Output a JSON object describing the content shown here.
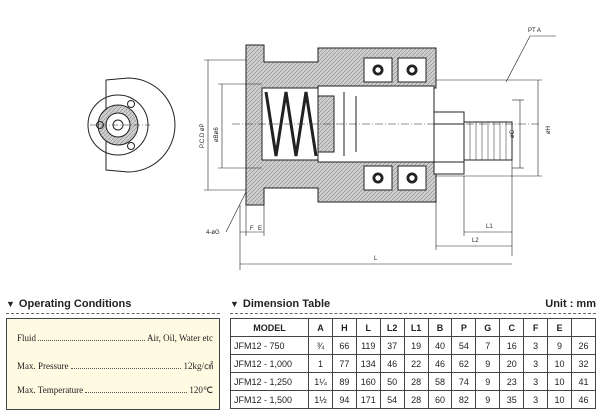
{
  "drawing": {
    "labels": {
      "pta": "PT A",
      "pcd": "P.C.D øP",
      "b": "øBø6",
      "c": "øC",
      "h": "øH",
      "g": "4-øG",
      "f": "F",
      "e": "E",
      "l1": "L1",
      "l2": "L2",
      "l": "L"
    }
  },
  "operating": {
    "title": "Operating Conditions",
    "rows": [
      {
        "label": "Fluid",
        "value": "Air, Oil, Water etc"
      },
      {
        "label": "Max. Pressure",
        "value": "12kg/㎠"
      },
      {
        "label": "Max. Temperature",
        "value": "120℃"
      }
    ]
  },
  "dimension": {
    "title": "Dimension Table",
    "unit": "Unit : mm",
    "headers": [
      "MODEL",
      "A",
      "H",
      "L",
      "L2",
      "L1",
      "B",
      "P",
      "G",
      "C",
      "F",
      "E",
      ""
    ],
    "rows": [
      [
        "JFM12 - 750",
        "¾",
        "66",
        "119",
        "37",
        "19",
        "40",
        "54",
        "7",
        "16",
        "3",
        "9",
        "26"
      ],
      [
        "JFM12 - 1,000",
        "1",
        "77",
        "134",
        "46",
        "22",
        "46",
        "62",
        "9",
        "20",
        "3",
        "10",
        "32"
      ],
      [
        "JFM12 - 1,250",
        "1¼",
        "89",
        "160",
        "50",
        "28",
        "58",
        "74",
        "9",
        "23",
        "3",
        "10",
        "41"
      ],
      [
        "JFM12 - 1,500",
        "1½",
        "94",
        "171",
        "54",
        "28",
        "60",
        "82",
        "9",
        "35",
        "3",
        "10",
        "46"
      ]
    ]
  }
}
